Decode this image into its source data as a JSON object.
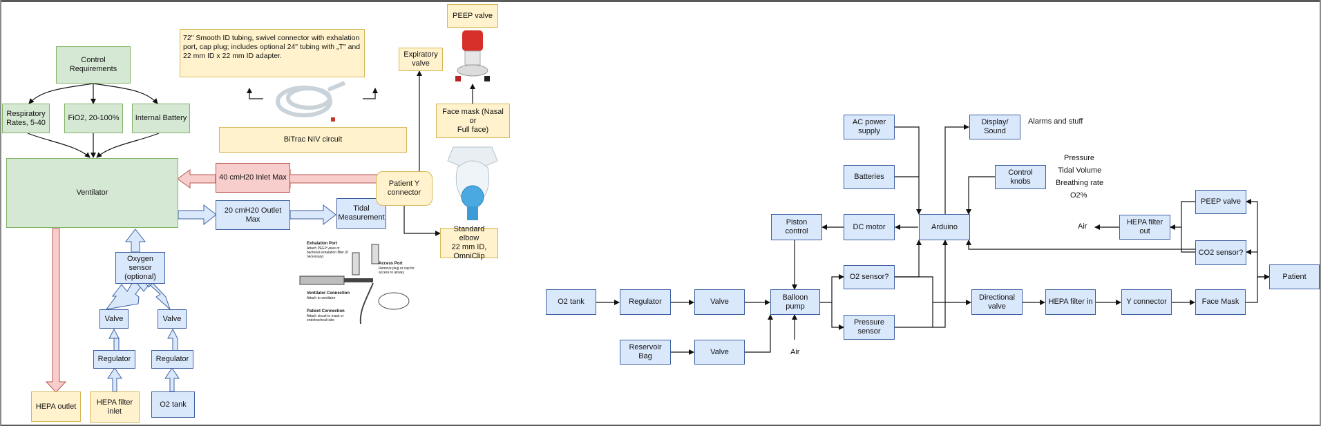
{
  "left": {
    "control_requirements": "Control Requirements",
    "respiratory_rates": "Respiratory\nRates, 5-40",
    "fio2": "FiO2, 20-100%",
    "internal_battery": "Internal Battery",
    "ventilator": "Ventilator",
    "inlet_max": "40 cmH20 Inlet Max",
    "outlet_max": "20 cmH20 Outlet Max",
    "tidal_measurement": "Tidal\nMeasurement",
    "patient_y": "Patient Y\nconnector",
    "oxygen_sensor": "Oxygen\nsensor\n(optional)",
    "valve_left": "Valve",
    "valve_right": "Valve",
    "regulator_left": "Regulator",
    "regulator_right": "Regulator",
    "hepa_outlet": "HEPA outlet",
    "hepa_filter_inlet": "HEPA filter\ninlet",
    "o2_tank": "O2 tank",
    "tubing_note": "72\" Smooth ID tubing, swivel connector with exhalation port, cap plug; includes optional 24\" tubing with „T\" and 22 mm ID x 22 mm ID adapter.",
    "bitrac": "BiTrac NIV circuit",
    "expiratory_valve": "Expiratory\nvalve",
    "peep_valve": "PEEP valve",
    "face_mask": "Face mask (Nasal or\nFull face)",
    "standard_elbow": "Standard elbow\n22 mm ID,\nOmniClip",
    "circuit_labels": {
      "exhalation_port": "Exhalation Port",
      "exhalation_desc": "Attach PEEP valve or bacterial exhalation filter (if necessary)",
      "access_port": "Access Port",
      "access_desc": "Remove plug or cap for access to airway",
      "ventilator_connection": "Ventilator Connection",
      "ventilator_desc": "Attach to ventilator",
      "patient_connection": "Patient Connection",
      "patient_desc": "Attach circuit to mask or endotracheal tube"
    }
  },
  "right": {
    "ac_power": "AC power\nsupply",
    "batteries": "Batteries",
    "display_sound": "Display/\nSound",
    "alarms": "Alarms and stuff",
    "control_knobs": "Control knobs",
    "control_params": [
      "Pressure",
      "Tidal Volume",
      "Breathing rate",
      "O2%"
    ],
    "piston_control": "Piston control",
    "dc_motor": "DC motor",
    "arduino": "Arduino",
    "air_out": "Air",
    "hepa_filter_out": "HEPA filter out",
    "peep_valve": "PEEP valve",
    "co2_sensor": "CO2 sensor?",
    "patient": "Patient",
    "o2_sensor": "O2 sensor?",
    "o2_tank": "O2 tank",
    "regulator": "Regulator",
    "valve": "Valve",
    "balloon_pump": "Balloon pump",
    "pressure_sensor": "Pressure\nsensor",
    "directional_valve": "Directional\nvalve",
    "hepa_filter_in": "HEPA filter in",
    "y_connector": "Y connector",
    "face_mask": "Face Mask",
    "reservoir_bag": "Reservoir Bag",
    "valve2": "Valve",
    "air_in": "Air"
  },
  "colors": {
    "green_fill": "#d5e8d4",
    "blue_fill": "#dae8fc",
    "yellow_fill": "#fff2cc",
    "red_fill": "#f8cecc"
  }
}
